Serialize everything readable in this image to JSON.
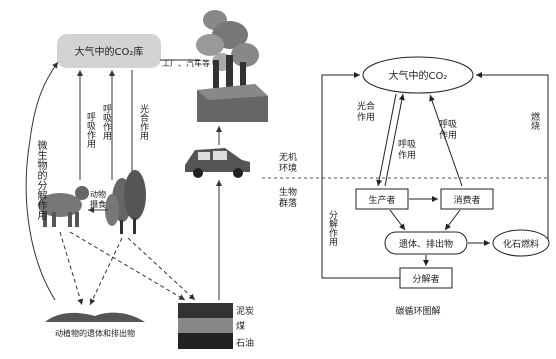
{
  "left": {
    "co2_box": "大气中的CO₂库",
    "factory_car": "工厂、汽车等",
    "respiration_1": "呼吸作用",
    "respiration_2": "呼吸作用",
    "photosynthesis": "光合作用",
    "decomposition": "微生物的分解作用",
    "animal_eat": "动物摄食",
    "remains": "动植物的遗体和排出物",
    "fossil_layers": [
      "泥炭",
      "煤",
      "石油"
    ]
  },
  "right": {
    "co2_title": "大气中的CO₂",
    "photosynthesis": "光合作用",
    "respiration_upper": "呼吸作用",
    "respiration_lower": "呼吸作用",
    "burning": "燃烧",
    "abiotic": "无机环境",
    "biotic": "生物群落",
    "producer": "生产者",
    "consumer": "消费者",
    "remains": "遗体、排出物",
    "fossil": "化石燃料",
    "decomposer": "分解者",
    "decomposition": "分解作用",
    "caption": "碳循环图解"
  }
}
